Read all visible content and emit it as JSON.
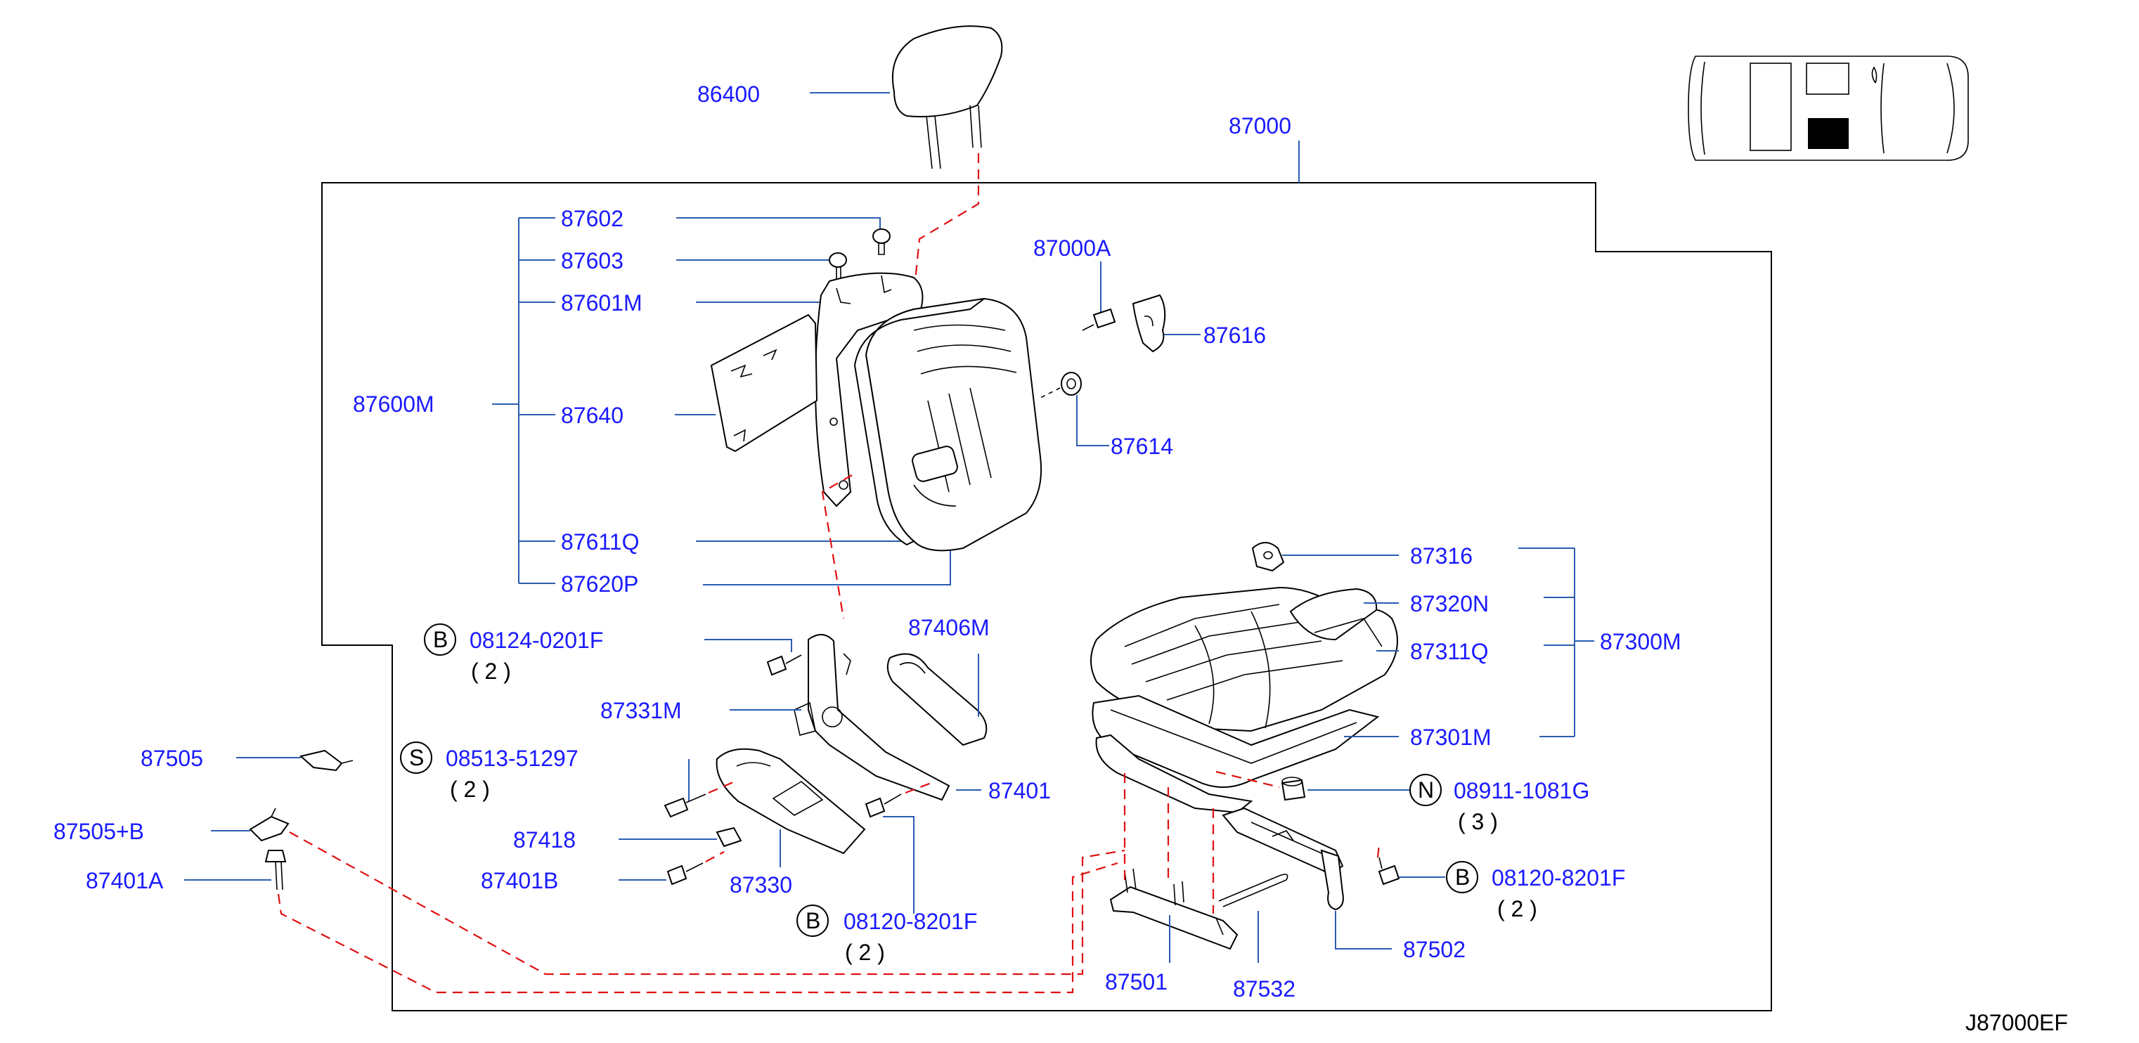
{
  "diagram": {
    "ref_code": "J87000EF",
    "parts": {
      "p86400": "86400",
      "p87000": "87000",
      "p87602": "87602",
      "p87603": "87603",
      "p87601M": "87601M",
      "p87600M": "87600M",
      "p87640": "87640",
      "p87000A": "87000A",
      "p87616": "87616",
      "p87614": "87614",
      "p87611Q": "87611Q",
      "p87620P": "87620P",
      "p87316": "87316",
      "p87320N": "87320N",
      "p87311Q": "87311Q",
      "p87300M": "87300M",
      "p87301M": "87301M",
      "p87406M": "87406M",
      "p87331M": "87331M",
      "p87505": "87505",
      "p87505B": "87505+B",
      "p87401A": "87401A",
      "p87401": "87401",
      "p87418": "87418",
      "p87401B": "87401B",
      "p87330": "87330",
      "p87501": "87501",
      "p87532": "87532",
      "p87502": "87502"
    },
    "fasteners": {
      "f1": {
        "code": "B",
        "part": "08124-0201F",
        "qty": "( 2 )"
      },
      "f2": {
        "code": "S",
        "part": "08513-51297",
        "qty": "( 2 )"
      },
      "f3": {
        "code": "B",
        "part": "08120-8201F",
        "qty": "( 2 )"
      },
      "f4": {
        "code": "N",
        "part": "08911-1081G",
        "qty": "( 3 )"
      },
      "f5": {
        "code": "B",
        "part": "08120-8201F",
        "qty": "( 2 )"
      }
    }
  }
}
